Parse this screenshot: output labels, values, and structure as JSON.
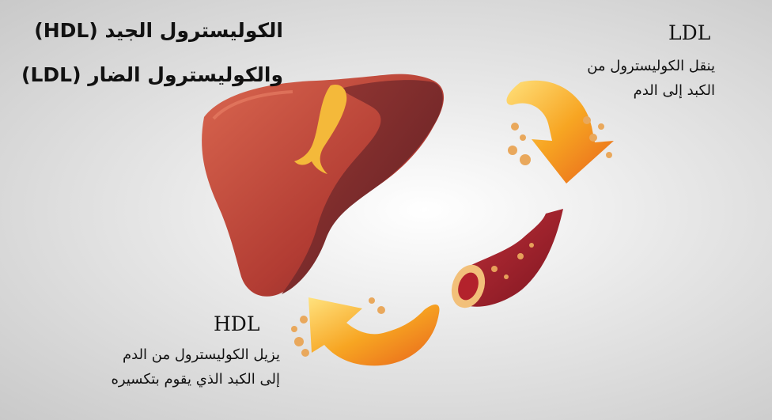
{
  "title": {
    "line1": "الكوليسترول الجيد (HDL)",
    "line2": "والكوليسترول الضار (LDL)"
  },
  "ldl": {
    "heading": "LDL",
    "line1": "ينقل الكوليسترول من",
    "line2": "الكبد إلى الدم"
  },
  "hdl": {
    "heading": "HDL",
    "line1": "يزيل الكوليسترول من الدم",
    "line2": "إلى الكبد الذي يقوم بتكسيره"
  },
  "colors": {
    "liver": "#c0473a",
    "arrow": "#f5a81c",
    "vessel": "#a8202a"
  }
}
